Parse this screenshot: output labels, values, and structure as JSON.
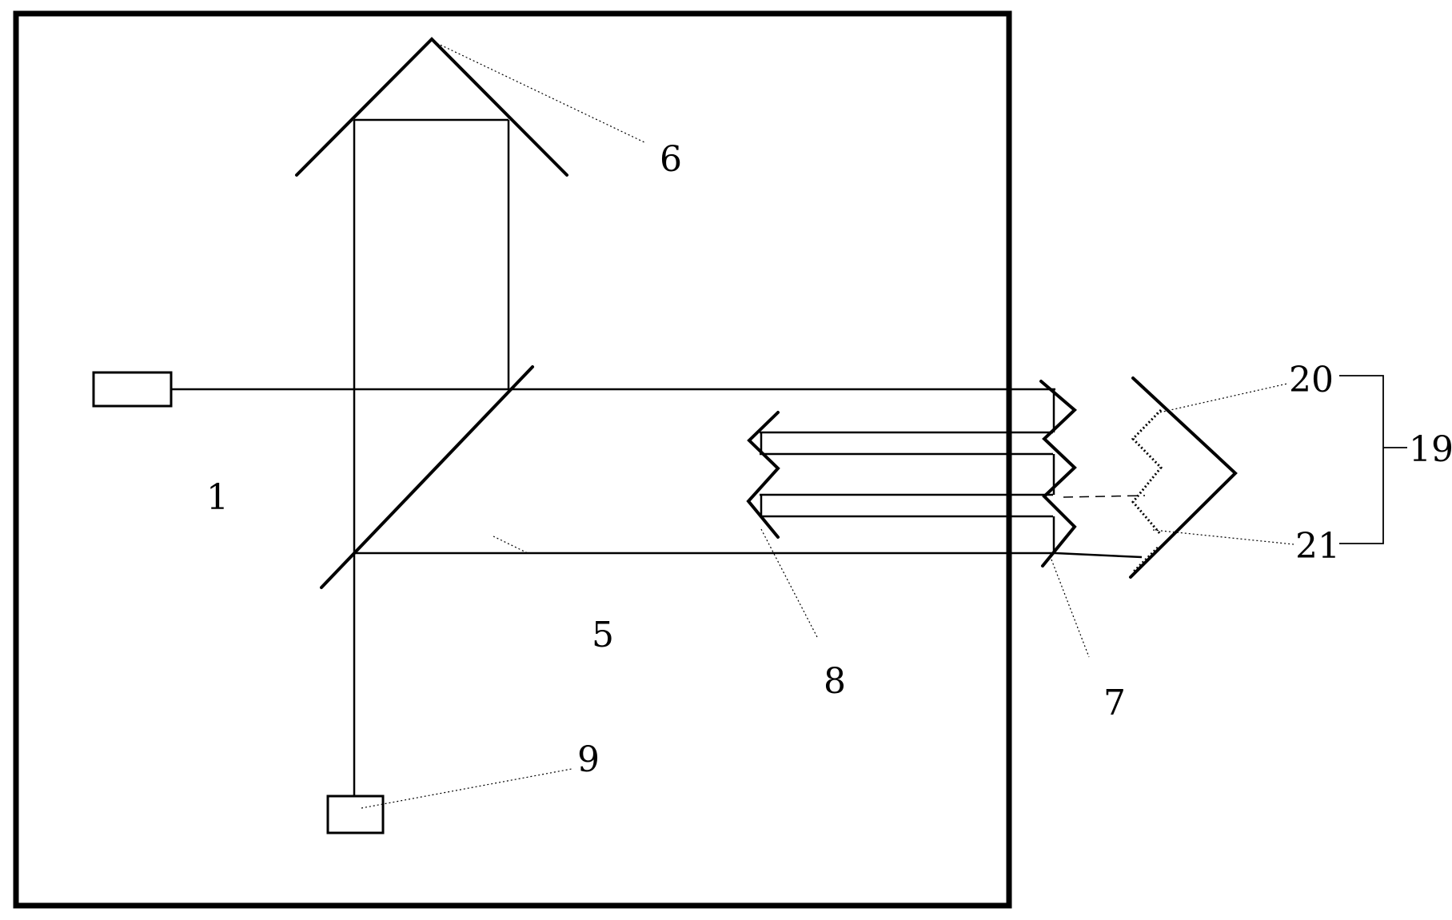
{
  "labels": {
    "housing": "1",
    "beam_splitter": "5",
    "retroreflector_top": "6",
    "fixed_mirror_right": "7",
    "fixed_mirror_left": "8",
    "detector": "9",
    "measured_group": "19",
    "surface_upper": "20",
    "surface_lower": "21"
  }
}
